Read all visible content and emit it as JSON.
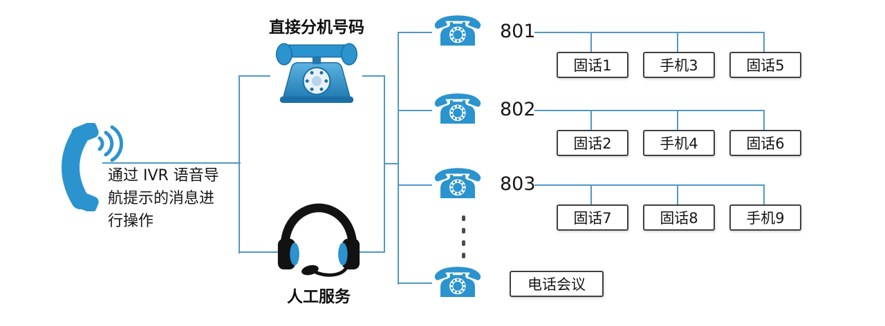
{
  "left": {
    "caption_lines": [
      "通过 IVR 语音导",
      "航提示的消息进",
      "行操作"
    ]
  },
  "branches": {
    "direct_label": "直接分机号码",
    "manual_label": "人工服务"
  },
  "extensions": [
    {
      "number": "801",
      "devices": [
        "固话1",
        "手机3",
        "固话5"
      ]
    },
    {
      "number": "802",
      "devices": [
        "固话2",
        "手机4",
        "固话6"
      ]
    },
    {
      "number": "803",
      "devices": [
        "固话7",
        "固话8",
        "手机9"
      ]
    }
  ],
  "conference_label": "电话会议",
  "icons": {
    "caller": "handset-with-sound-waves-icon",
    "direct": "rotary-desk-phone-icon",
    "manual": "headset-icon",
    "extension": "telephone-icon"
  },
  "colors": {
    "line": "#4f97c8",
    "phone_blue": "#2b93ce",
    "phone_dark_blue": "#1b6fa6",
    "box_border": "#3f3f3f",
    "text": "#151515"
  }
}
